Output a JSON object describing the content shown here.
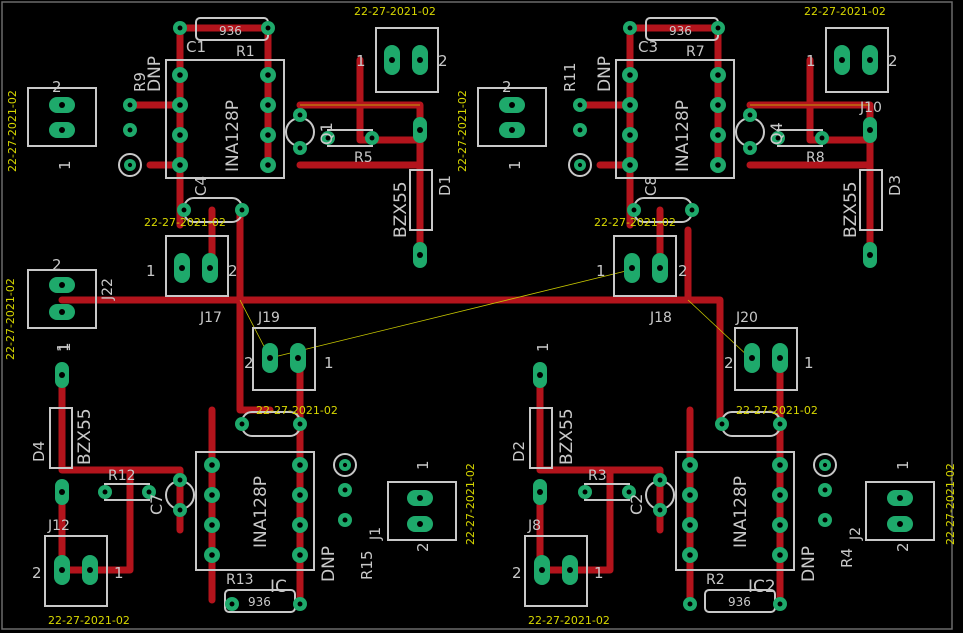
{
  "date_code": "22-27-2021-02",
  "board": {
    "outline_color": "#6b6b6b",
    "background": "#000000"
  },
  "colors": {
    "trace": "#b3141c",
    "pad": "#1ea96b",
    "silk": "#c8c8c8",
    "date": "#d8d800",
    "airwire": "#c8c800"
  },
  "labels": {
    "ic_value": "INA128P",
    "dnp": "DNP",
    "res_value": "936",
    "zener_value": "BZX55",
    "pin1": "1",
    "pin2": "2"
  },
  "designators": {
    "c1": "C1",
    "r1": "R1",
    "r9": "R9",
    "c3": "C3",
    "r7": "R7",
    "r11": "R11",
    "q1": "Q1",
    "r5": "R5",
    "d1": "D1",
    "q4": "Q4",
    "r8": "R8",
    "d3": "D3",
    "j17": "J17",
    "j18": "J18",
    "j19": "J19",
    "j20": "J20",
    "j22": "J22",
    "j10": "J10",
    "d4": "D4",
    "r12": "R12",
    "c7": "C7",
    "r13": "R13",
    "ic": "IC",
    "j12": "J12",
    "r15": "R15",
    "j1": "J1",
    "d2": "D2",
    "r3": "R3",
    "c2": "C2",
    "r2": "R2",
    "ic2": "IC2",
    "j8": "J8",
    "r4": "R4",
    "j2": "J2",
    "c4": "C4",
    "c8": "C8"
  }
}
